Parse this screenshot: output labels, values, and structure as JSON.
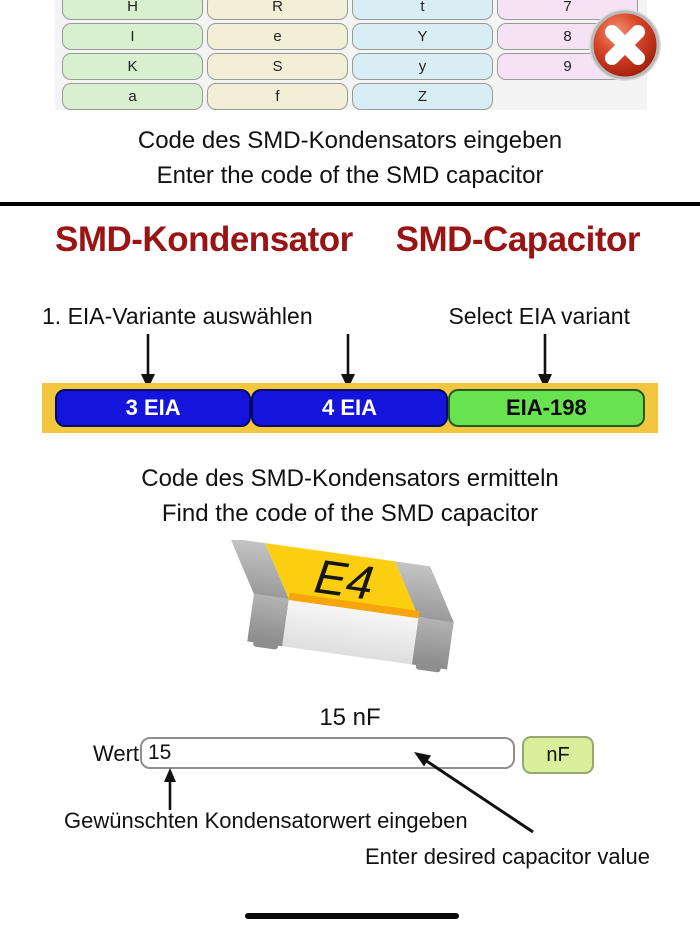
{
  "keyboard": {
    "key_colors": {
      "green": "#d8efd0",
      "cream": "#f2efd6",
      "blue": "#d9edf4",
      "pink": "#f5e3f5"
    },
    "rows": [
      [
        {
          "label": "H",
          "c": "green"
        },
        {
          "label": "R",
          "c": "cream"
        },
        {
          "label": "t",
          "c": "blue"
        },
        {
          "label": "7",
          "c": "pink"
        }
      ],
      [
        {
          "label": "I",
          "c": "green"
        },
        {
          "label": "e",
          "c": "cream"
        },
        {
          "label": "Y",
          "c": "blue"
        },
        {
          "label": "8",
          "c": "pink"
        }
      ],
      [
        {
          "label": "K",
          "c": "green"
        },
        {
          "label": "S",
          "c": "cream"
        },
        {
          "label": "y",
          "c": "blue"
        },
        {
          "label": "9",
          "c": "pink"
        }
      ],
      [
        {
          "label": "a",
          "c": "green"
        },
        {
          "label": "f",
          "c": "cream"
        },
        {
          "label": "Z",
          "c": "blue"
        }
      ]
    ]
  },
  "enter_section": {
    "caption_de": "Code des SMD-Kondensators eingeben",
    "caption_en": "Enter the code of the SMD capacitor"
  },
  "titles": {
    "de": "SMD-Kondensator",
    "en": "SMD-Capacitor",
    "accent_color": "#9a1414"
  },
  "eia": {
    "step_de": "1. EIA-Variante auswählen",
    "step_en": "Select EIA variant",
    "bar_color": "#f2c63e",
    "colors": {
      "blue": "#1414dd",
      "green": "#69e24f"
    },
    "buttons": [
      {
        "label": "3 EIA",
        "style": "blue"
      },
      {
        "label": "4 EIA",
        "style": "blue"
      },
      {
        "label": "EIA-198",
        "style": "green"
      }
    ]
  },
  "find_section": {
    "caption_de": "Code des SMD-Kondensators ermitteln",
    "caption_en": "Find the code of the SMD capacitor",
    "chip_code": "E4",
    "result_label": "15 nF"
  },
  "value_row": {
    "label": "Wert:",
    "input_value": "15",
    "unit_label": "nF",
    "unit_button_color": "#d9ef9b"
  },
  "annotations": {
    "de": "Gewünschten Kondensatorwert eingeben",
    "en": "Enter desired capacitor value"
  }
}
